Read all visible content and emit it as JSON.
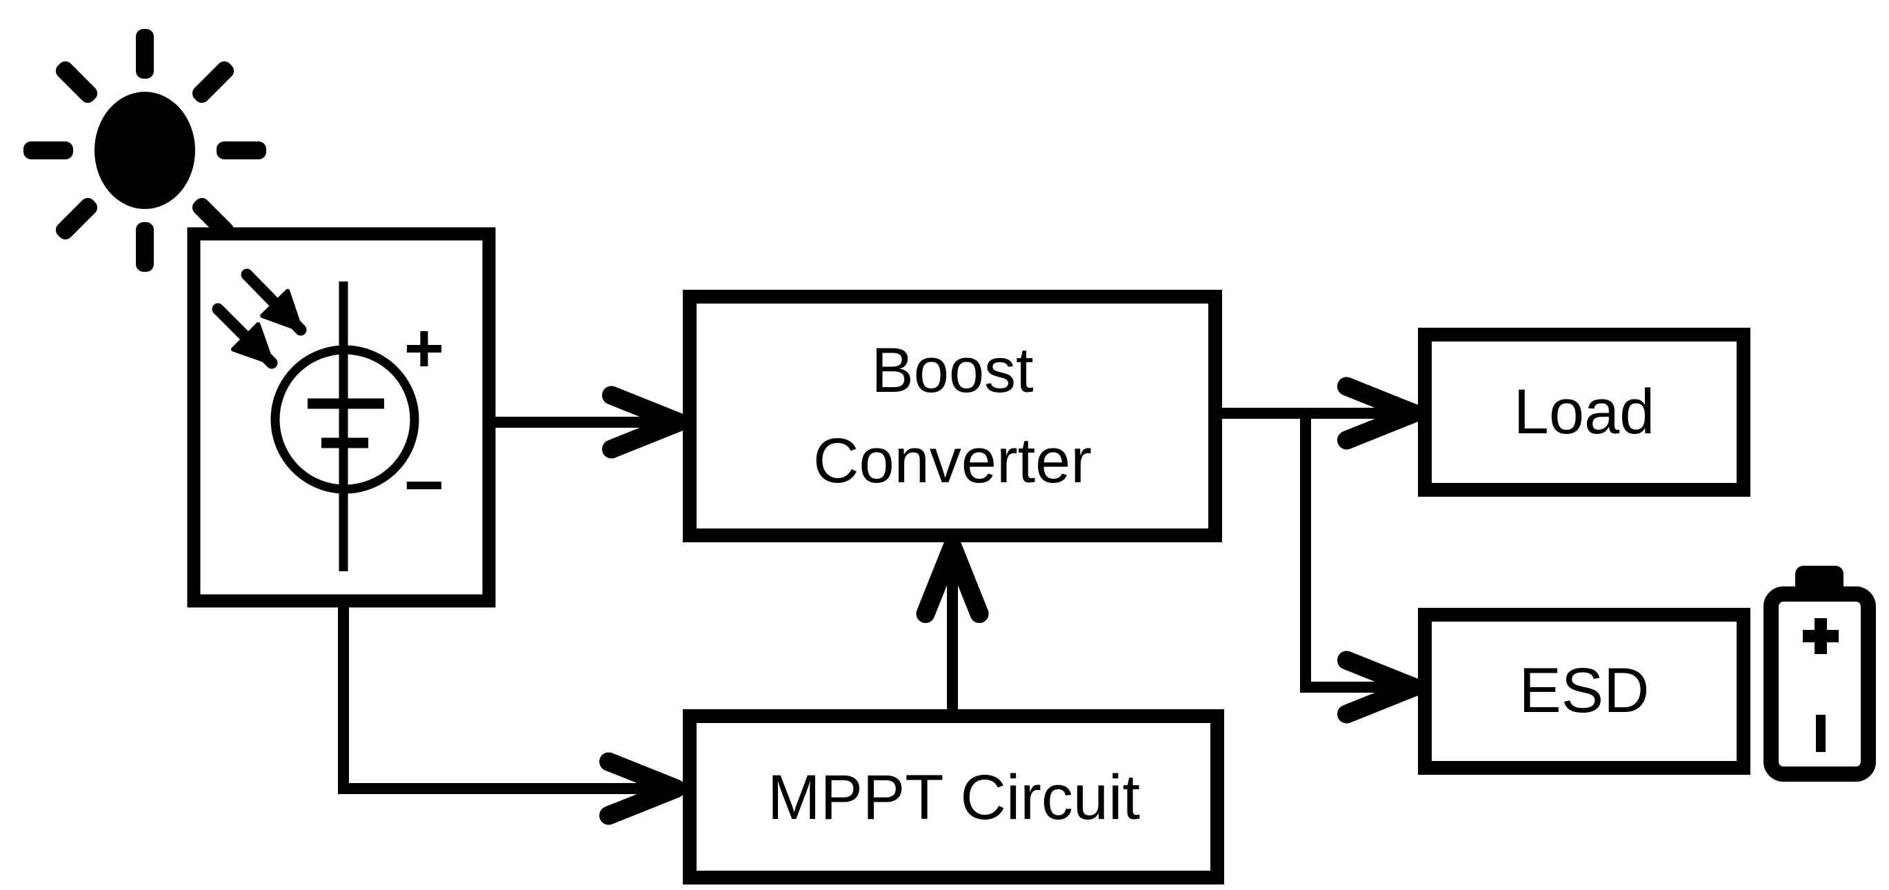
{
  "colors": {
    "ink": "#000000",
    "background": "#ffffff"
  },
  "blocks": {
    "boost": {
      "label_line1": "Boost",
      "label_line2": "Converter"
    },
    "mppt": {
      "label": "MPPT Circuit"
    },
    "load": {
      "label": "Load"
    },
    "esd": {
      "label": "ESD"
    }
  },
  "pv_symbol": {
    "plus_label": "+",
    "minus_label": "−"
  },
  "icons": {
    "sun": "sun-icon",
    "battery": "battery-icon",
    "battery_plus": "+",
    "battery_minus": "−",
    "light_arrows": "incident-light-arrow"
  },
  "connections": [
    {
      "from": "solar-panel",
      "to": "boost-converter"
    },
    {
      "from": "boost-converter",
      "to": "load"
    },
    {
      "from": "boost-converter",
      "to": "esd"
    },
    {
      "from": "solar-panel",
      "to": "mppt-circuit"
    },
    {
      "from": "mppt-circuit",
      "to": "boost-converter"
    }
  ]
}
